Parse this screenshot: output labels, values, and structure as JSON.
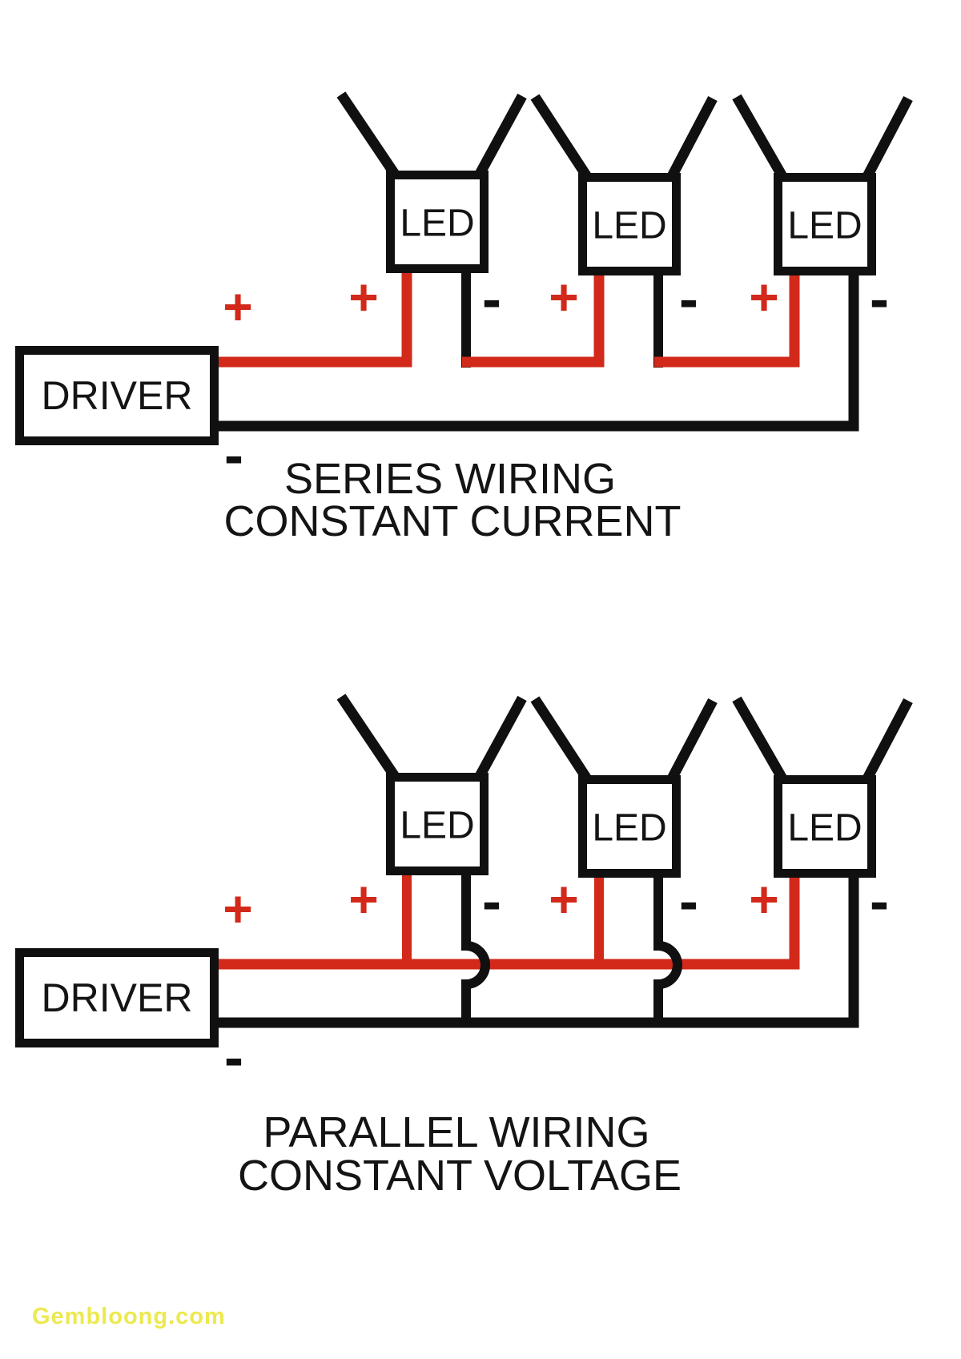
{
  "colors": {
    "wire_red": "#d2291b",
    "wire_black": "#101010",
    "text": "#141414",
    "watermark": "#ece94f",
    "background": "#ffffff"
  },
  "symbols": {
    "plus": "+",
    "minus": "-"
  },
  "series": {
    "driver_label": "DRIVER",
    "led_labels": [
      "LED",
      "LED",
      "LED"
    ],
    "caption_line1": "SERIES WIRING",
    "caption_line2": "CONSTANT CURRENT"
  },
  "parallel": {
    "driver_label": "DRIVER",
    "led_labels": [
      "LED",
      "LED",
      "LED"
    ],
    "caption_line1": "PARALLEL WIRING",
    "caption_line2": "CONSTANT VOLTAGE"
  },
  "watermark": {
    "text": "Gembloong.com"
  }
}
